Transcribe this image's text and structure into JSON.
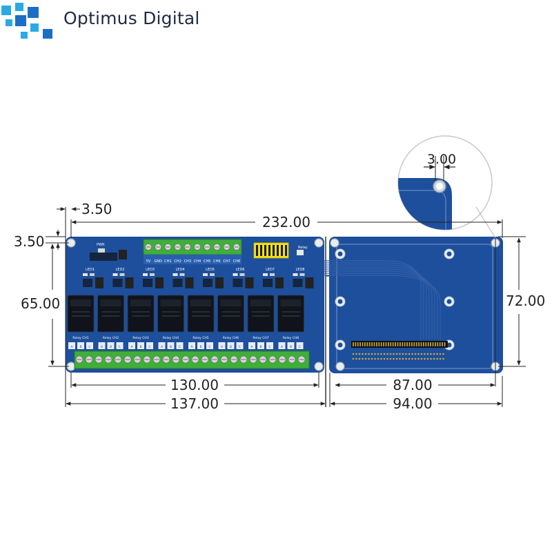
{
  "brand": {
    "name": "Optimus Digital",
    "colors": {
      "blue_light": "#2aa9e6",
      "blue_dark": "#1a6fc4",
      "text": "#1f2a44"
    }
  },
  "dimensions": {
    "hole_offset_x": "3.50",
    "hole_offset_y": "3.50",
    "total_width": "232.00",
    "left_height": "65.00",
    "right_height": "72.00",
    "left_inner_width": "130.00",
    "left_outer_width": "137.00",
    "right_inner_width": "87.00",
    "right_outer_width": "94.00",
    "hole_diameter": "3.00"
  },
  "board": {
    "colors": {
      "pcb": "#1d4f9c",
      "terminal": "#3fae3a",
      "relay": "#10141a",
      "header": "#f2e21a"
    },
    "relay_labels": [
      "Relay CH1",
      "Relay CH2",
      "Relay CH3",
      "Relay CH4",
      "Relay CH5",
      "Relay CH6",
      "Relay CH7",
      "Relay CH8"
    ],
    "contact_labels": [
      "A",
      "B",
      "C"
    ],
    "header_pins": [
      "5V",
      "GND",
      "CH1",
      "CH2",
      "CH3",
      "CH4",
      "CH5",
      "CH6",
      "CH7",
      "CH8"
    ],
    "led_labels": [
      "LED1",
      "LED2",
      "LED3",
      "LED4",
      "LED5",
      "LED6",
      "LED7",
      "LED8"
    ],
    "pwr_label": "PWR",
    "relay_mark": "Relay"
  }
}
